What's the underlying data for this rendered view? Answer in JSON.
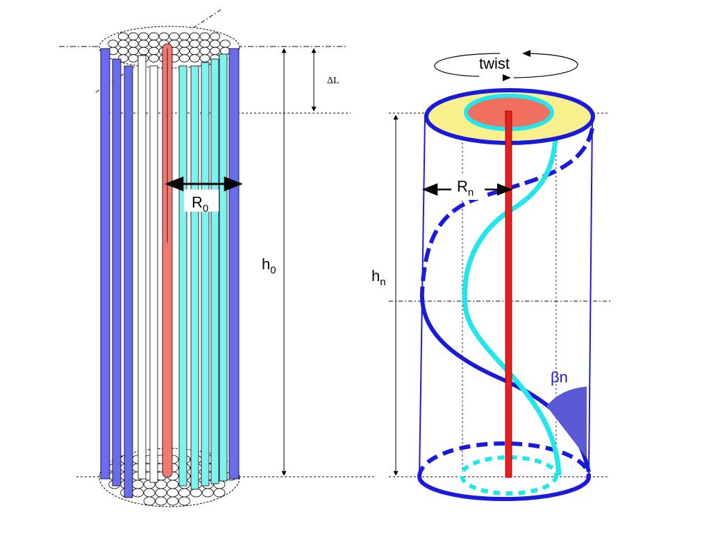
{
  "labels": {
    "delta_l": "ΔL",
    "r0_main": "R",
    "r0_sub": "0",
    "h0_main": "h",
    "h0_sub": "0",
    "twist": "twist",
    "rn_main": "R",
    "rn_sub": "n",
    "hn_main": "h",
    "hn_sub": "n",
    "beta": "βn"
  },
  "colors": {
    "outer_fiber": "#6b6bee",
    "inner_fiber_cyan": "#7ef2ee",
    "center_fiber": "#f07a72",
    "white_fiber": "#ffffff",
    "cylinder_blue": "#1a1adb",
    "cyan_helix": "#22e6ee",
    "core_red": "#e81e1e",
    "cap_yellow": "#f7f08c",
    "cap_red": "#f07060",
    "angle_fill": "#5a5ad6"
  },
  "icons": {
    "twist_arrow": "curved-arrow-icon",
    "dim_arrow": "double-arrow-icon"
  }
}
